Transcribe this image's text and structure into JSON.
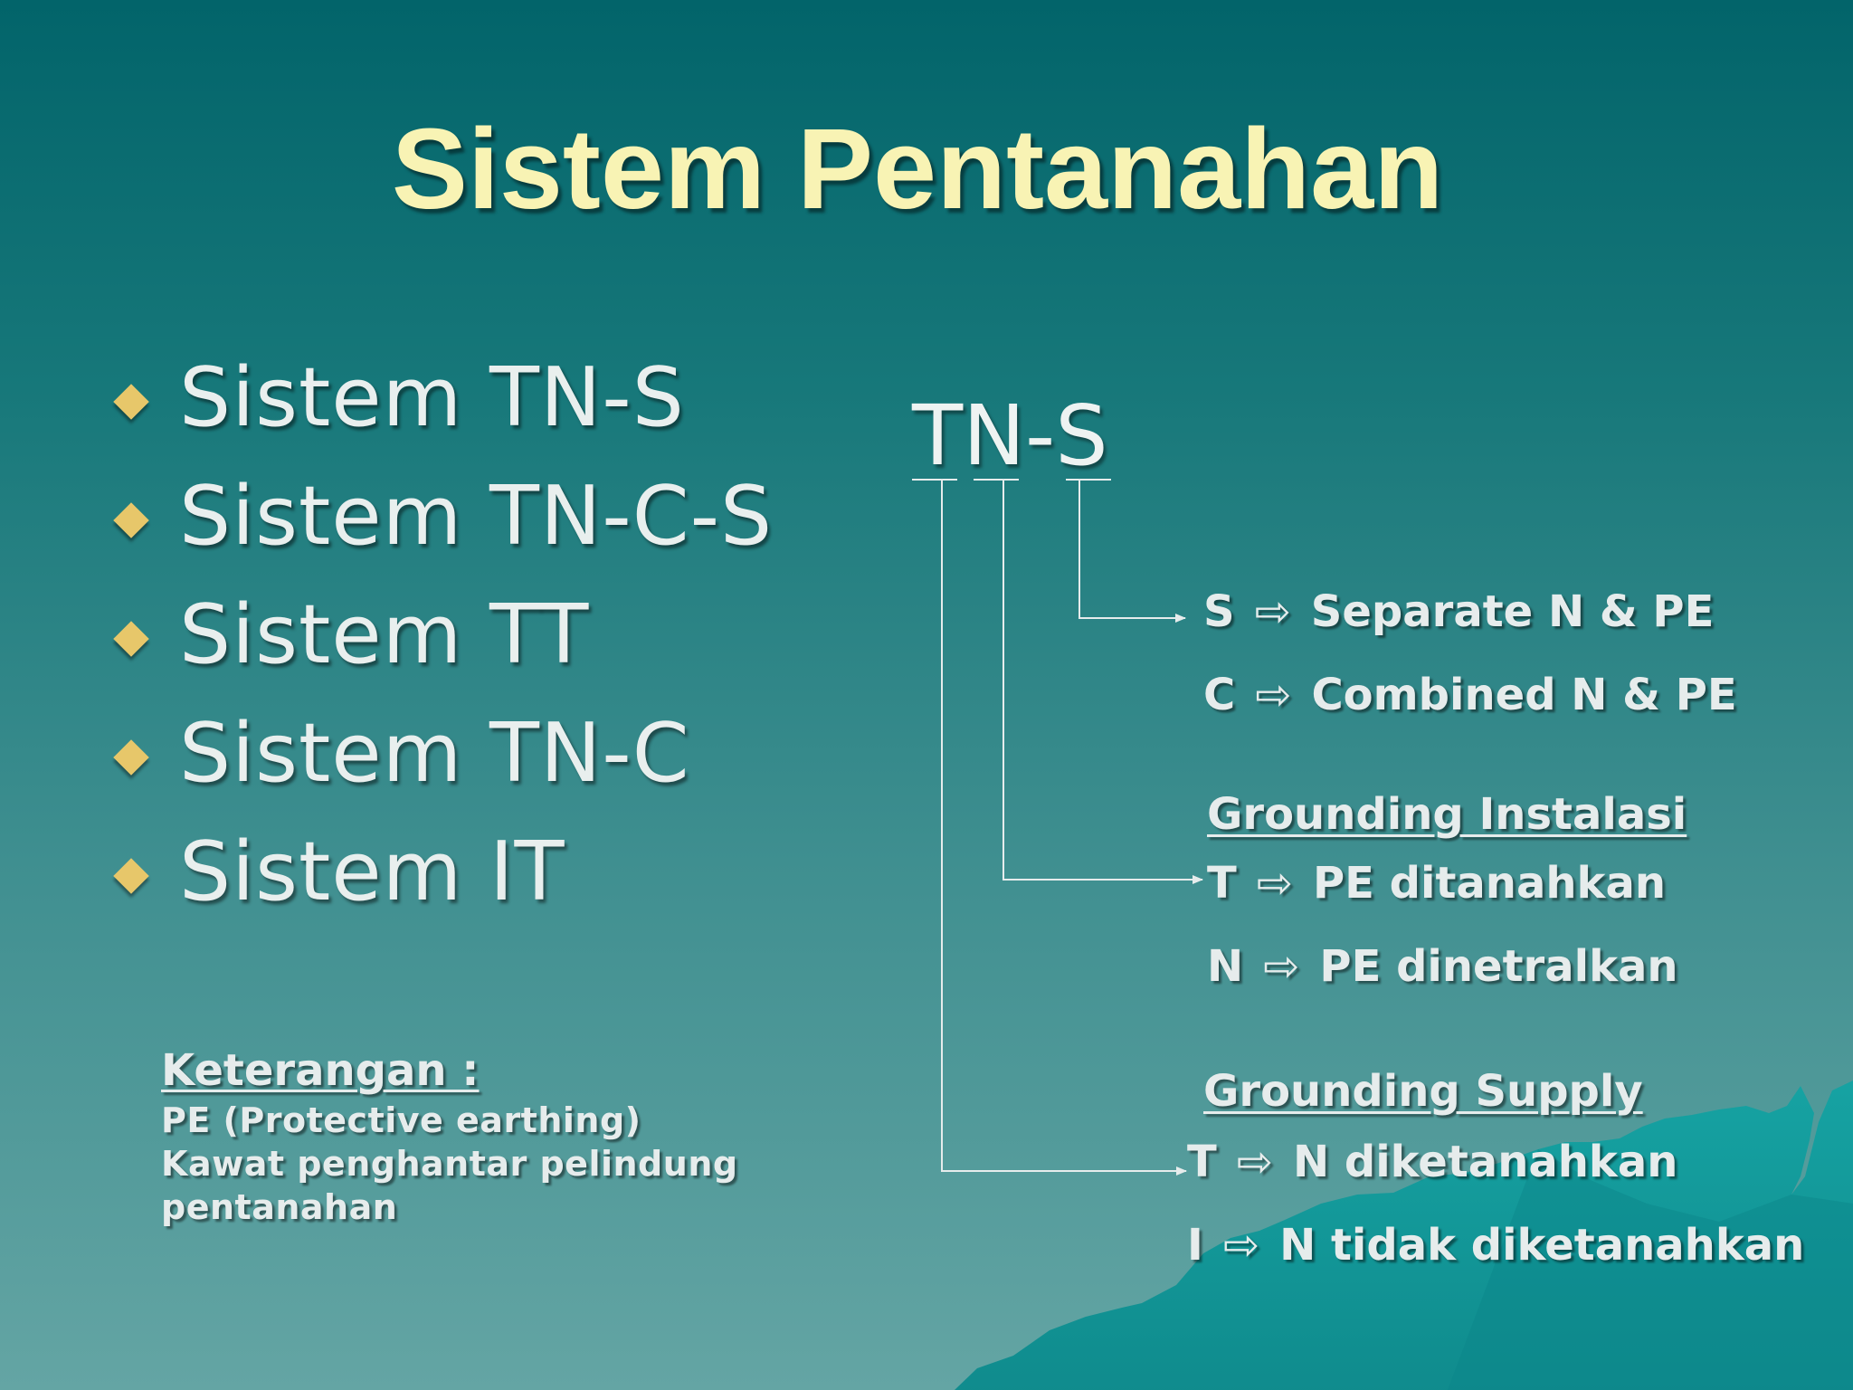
{
  "slide": {
    "title": "Sistem Pentanahan",
    "bullets": [
      "Sistem TN-S",
      "Sistem TN-C-S",
      "Sistem TT",
      "Sistem TN-C",
      "Sistem IT"
    ],
    "code": "TN-S",
    "letter3": {
      "s_letter": "S",
      "s_desc": "Separate N & PE",
      "c_letter": "C",
      "c_desc": "Combined N & PE"
    },
    "letter2": {
      "heading": "Grounding Instalasi",
      "t_letter": "T",
      "t_desc": "PE ditanahkan",
      "n_letter": "N",
      "n_desc": "PE dinetralkan"
    },
    "letter1": {
      "heading": "Grounding Supply",
      "t_letter": "T",
      "t_desc": "N diketanahkan",
      "i_letter": "I",
      "i_desc": "N tidak diketanahkan"
    },
    "arrow_symbol": "⇨",
    "note": {
      "title": "Keterangan :",
      "lines": [
        "PE (Protective earthing)",
        "Kawat penghantar pelindung",
        "pentanahan"
      ]
    }
  },
  "colors": {
    "title": "#f8f3b4",
    "bullet_marker": "#e7c76a",
    "text": "#e6ecec",
    "mountain": "#0f9a9b"
  }
}
